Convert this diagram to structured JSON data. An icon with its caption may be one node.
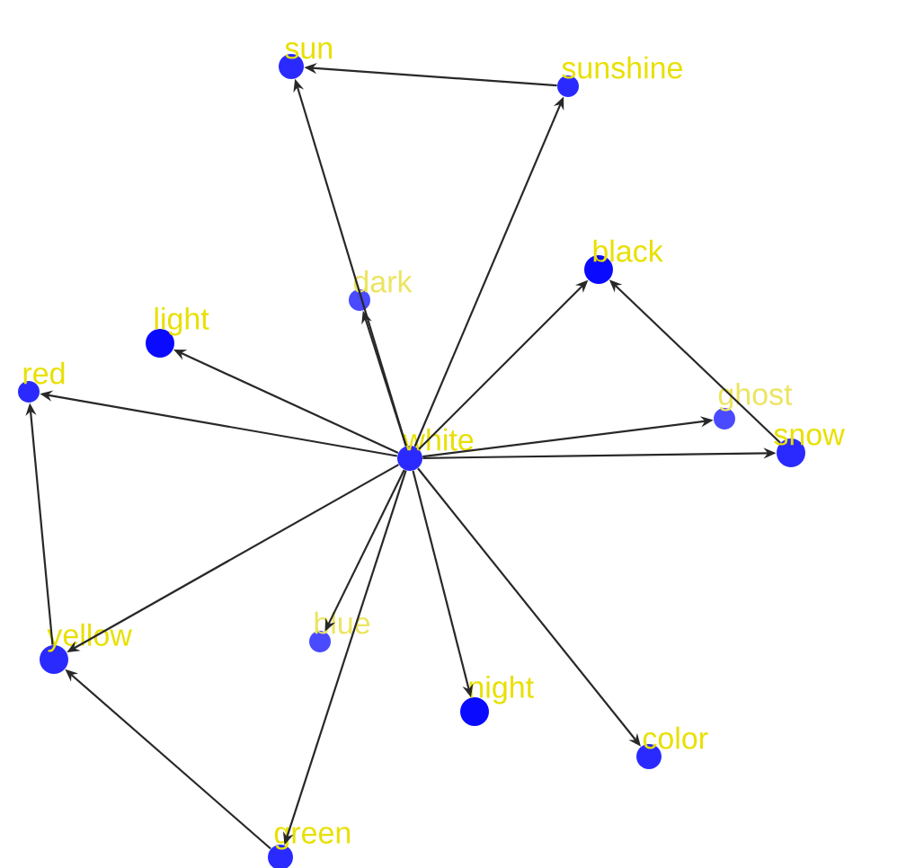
{
  "diagram": {
    "nodes": [
      {
        "text": [
          "sun"
        ]
      },
      {
        "text": [
          "sunshine"
        ]
      },
      {
        "text": [
          "black"
        ]
      },
      {
        "text": [
          "dark"
        ]
      },
      {
        "text": [
          "light"
        ]
      },
      {
        "text": [
          "red"
        ]
      },
      {
        "text": [
          "ghost"
        ]
      },
      {
        "text": [
          "white"
        ]
      },
      {
        "text": [
          "snow"
        ]
      },
      {
        "text": [
          "blue"
        ]
      },
      {
        "text": [
          "yellow"
        ]
      },
      {
        "text": [
          "night"
        ]
      },
      {
        "text": [
          "color"
        ]
      },
      {
        "text": [
          "green"
        ]
      }
    ],
    "edges": [
      {
        "from": 7,
        "to": 0,
        "arrow": "to"
      },
      {
        "from": 7,
        "to": 1,
        "arrow": "to"
      },
      {
        "from": 1,
        "to": 0,
        "arrow": "to"
      },
      {
        "from": 7,
        "to": 3,
        "arrow": "to"
      },
      {
        "from": 7,
        "to": 2,
        "arrow": "to"
      },
      {
        "from": 8,
        "to": 2,
        "arrow": "to"
      },
      {
        "from": 7,
        "to": 4,
        "arrow": "to"
      },
      {
        "from": 7,
        "to": 5,
        "arrow": "to"
      },
      {
        "from": 7,
        "to": 6,
        "arrow": "to"
      },
      {
        "from": 7,
        "to": 8,
        "arrow": "to"
      },
      {
        "from": 7,
        "to": 10,
        "arrow": "to"
      },
      {
        "from": 7,
        "to": 9,
        "arrow": "to"
      },
      {
        "from": 7,
        "to": 11,
        "arrow": "to"
      },
      {
        "from": 7,
        "to": 12,
        "arrow": "to"
      },
      {
        "from": 7,
        "to": 13,
        "arrow": "to"
      },
      {
        "from": 10,
        "to": 5,
        "arrow": "to"
      },
      {
        "from": 13,
        "to": 10,
        "arrow": "to"
      }
    ]
  }
}
